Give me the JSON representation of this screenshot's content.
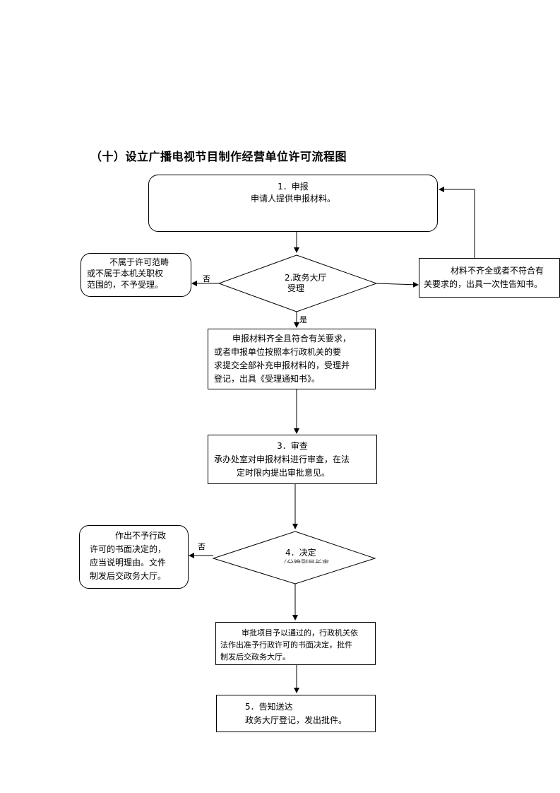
{
  "title": "（十）设立广播电视节目制作经营单位许可流程图",
  "steps": {
    "step1": {
      "heading": "1．申报",
      "text": "申请人提供申报材料。"
    },
    "step2": {
      "line1": "2.政务大厅",
      "line2": "受理"
    },
    "not_in_scope": [
      "不属于许可范畴",
      "或不属于本机关职权",
      "范围的，不予受理。"
    ],
    "incomplete": [
      "材料不齐全或者不符合有",
      "关要求的，出具一次性告知书。"
    ],
    "accepted": [
      "申报材料齐全且符合有关要求，",
      "或者申报单位按照本行政机关的要",
      "求提交全部补充申报材料的，受理并",
      "登记，出具《受理通知书》。"
    ],
    "step3": {
      "heading": "3．审查",
      "lines": [
        "承办处室对申报材料进行审查，在法",
        "定时限内提出审批意见。"
      ]
    },
    "step4": {
      "line1": "4．决定",
      "line2": "（分管副局长审"
    },
    "rejected": [
      "作出不予行政",
      "许可的书面决定的，",
      "应当说明理由。文件",
      "制发后交政务大厅。"
    ],
    "approved": [
      "审批项目予以通过的，行政机关依",
      "法作出准予行政许可的书面决定，批件",
      "制发后交政务大厅。"
    ],
    "step5": {
      "heading": "5．告知送达",
      "text": "政务大厅登记，发出批件。"
    }
  },
  "labels": {
    "no1": "否",
    "yes1": "是",
    "no2": "否"
  }
}
